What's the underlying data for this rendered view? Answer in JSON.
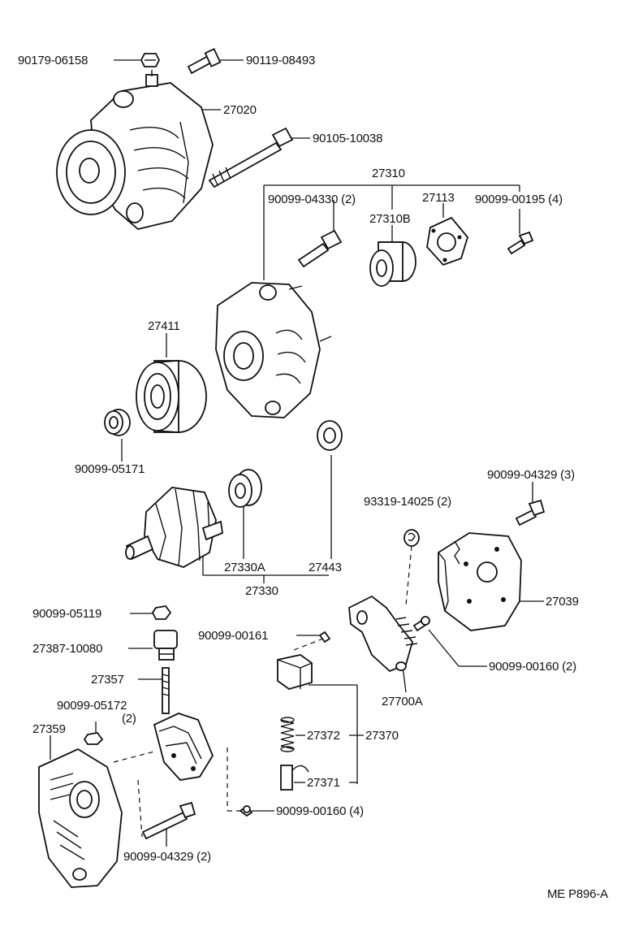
{
  "diagram": {
    "labels": {
      "p90179_06158": "90179-06158",
      "p90119_08493": "90119-08493",
      "p27020": "27020",
      "p90105_10038": "90105-10038",
      "p27310": "27310",
      "p90099_04330": "90099-04330 (2)",
      "p27113": "27113",
      "p90099_00195": "90099-00195 (4)",
      "p27310B": "27310B",
      "p27411": "27411",
      "p90099_05171": "90099-05171",
      "p90099_04329_3": "90099-04329 (3)",
      "p93319_14025": "93319-14025 (2)",
      "p27330A": "27330A",
      "p27443": "27443",
      "p27330": "27330",
      "p27039": "27039",
      "p90099_05119": "90099-05119",
      "p90099_00161": "90099-00161",
      "p27387_10080": "27387-10080",
      "p90099_00160_2": "90099-00160 (2)",
      "p27357": "27357",
      "p27700A": "27700A",
      "p90099_05172": "90099-05172",
      "p90099_05172_qty": "(2)",
      "p27359": "27359",
      "p27372": "27372",
      "p27370": "27370",
      "p27371": "27371",
      "p90099_00160_4": "90099-00160 (4)",
      "p90099_04329_2": "90099-04329 (2)",
      "ref": "ME P896-A"
    }
  }
}
